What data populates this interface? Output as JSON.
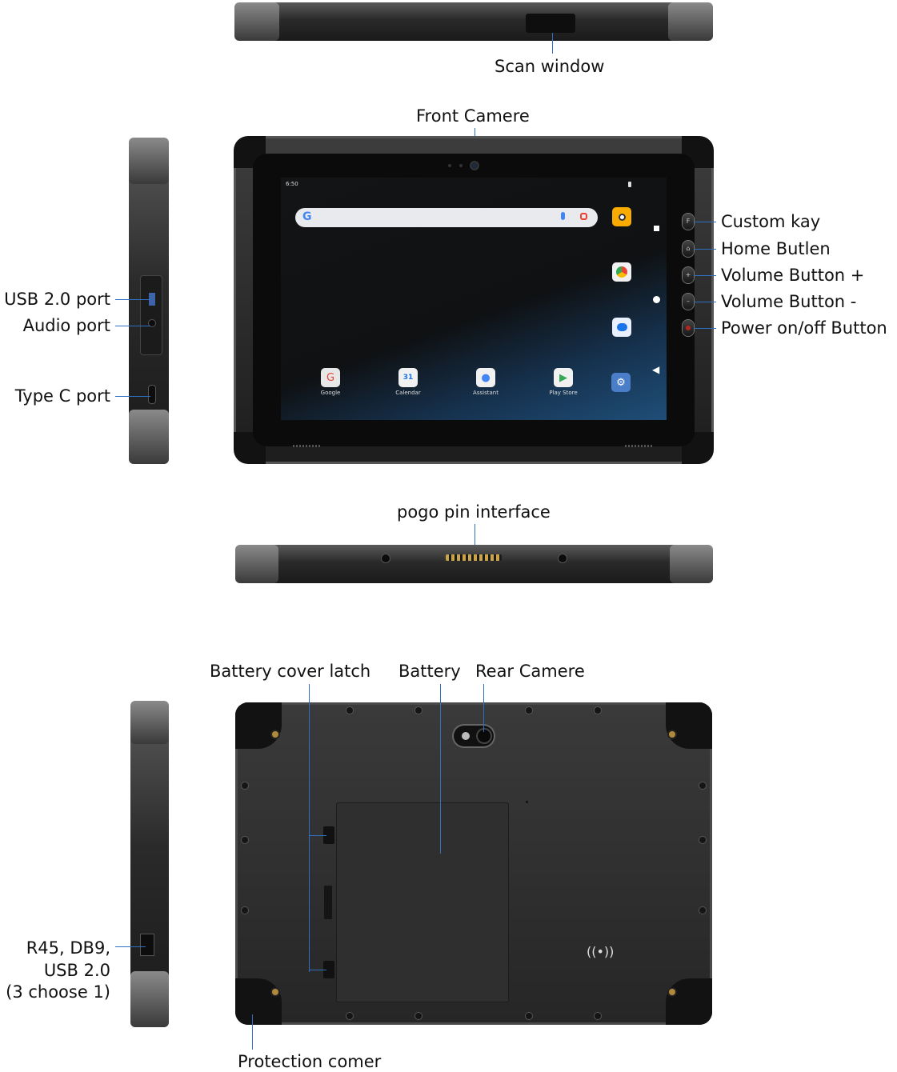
{
  "labels": {
    "scan_window": "Scan window",
    "front_camera": "Front Camere",
    "custom_key": "Custom kay",
    "home_button": "Home Butlen",
    "volume_up": "Volume Button +",
    "volume_down": "Volume Button -",
    "power_button": "Power on/off Button",
    "usb_port": "USB 2.0 port",
    "audio_port": "Audio port",
    "type_c_port": "Type C port",
    "pogo_pin": "pogo pin interface",
    "battery_cover_latch": "Battery cover latch",
    "battery": "Battery",
    "rear_camera": "Rear Camere",
    "rj45_line1": "R45,  DB9,",
    "rj45_line2": "USB 2.0",
    "rj45_line3": "(3 choose 1)",
    "protection_corner": "Protection comer"
  },
  "screen": {
    "status_time": "6:50",
    "custom_key_glyph": "F",
    "apps": [
      {
        "name": "Google",
        "icon": "google-folder-icon"
      },
      {
        "name": "Calendar",
        "icon": "calendar-icon"
      },
      {
        "name": "Assistant",
        "icon": "assistant-icon"
      },
      {
        "name": "Play Store",
        "icon": "play-store-icon"
      }
    ]
  },
  "colors": {
    "leader_line": "#2f6fc0",
    "device_body": "#2a2a2a"
  }
}
